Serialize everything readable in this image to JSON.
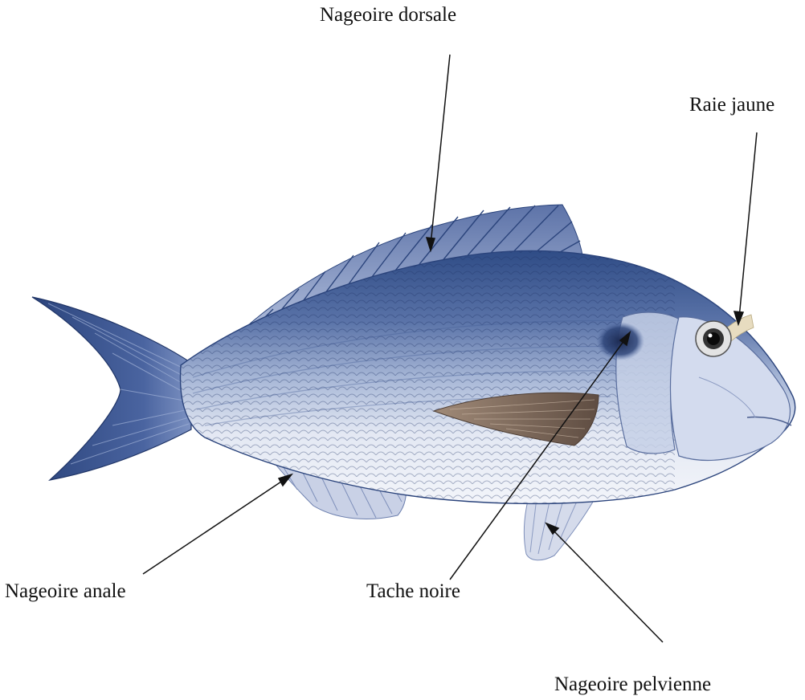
{
  "labels": {
    "dorsal_fin": "Nageoire dorsale",
    "yellow_stripe": "Raie jaune",
    "anal_fin": "Nageoire anale",
    "black_spot": "Tache noire",
    "pelvic_fin": "Nageoire pelvienne"
  },
  "colors": {
    "dorsal_back": "#2f4c86",
    "body_mid": "#8ea3cc",
    "belly": "#eef1f8",
    "fin_light": "#c4cde4",
    "tail_dark": "#2b447c",
    "pectoral_fin": "#7a6555",
    "black_spot": "#1c2a52",
    "eye_ring": "#e3e3e3",
    "yellow_stripe": "#e7dcc0",
    "line": "#111111"
  }
}
